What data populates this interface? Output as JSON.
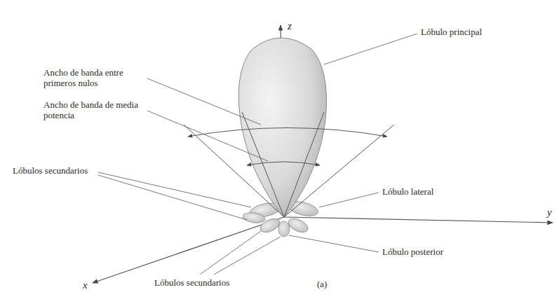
{
  "diagram": {
    "labels": [
      "z",
      "Ancho de banda entre primeros nulos",
      "Lóbulo principal",
      "Ancho de banda de media potencia",
      "Lóbulos secundarios",
      "Lóbulo lateral",
      "y",
      "Lóbulo posterior",
      "x",
      "Lóbulos secundarios",
      "(a)"
    ]
  }
}
